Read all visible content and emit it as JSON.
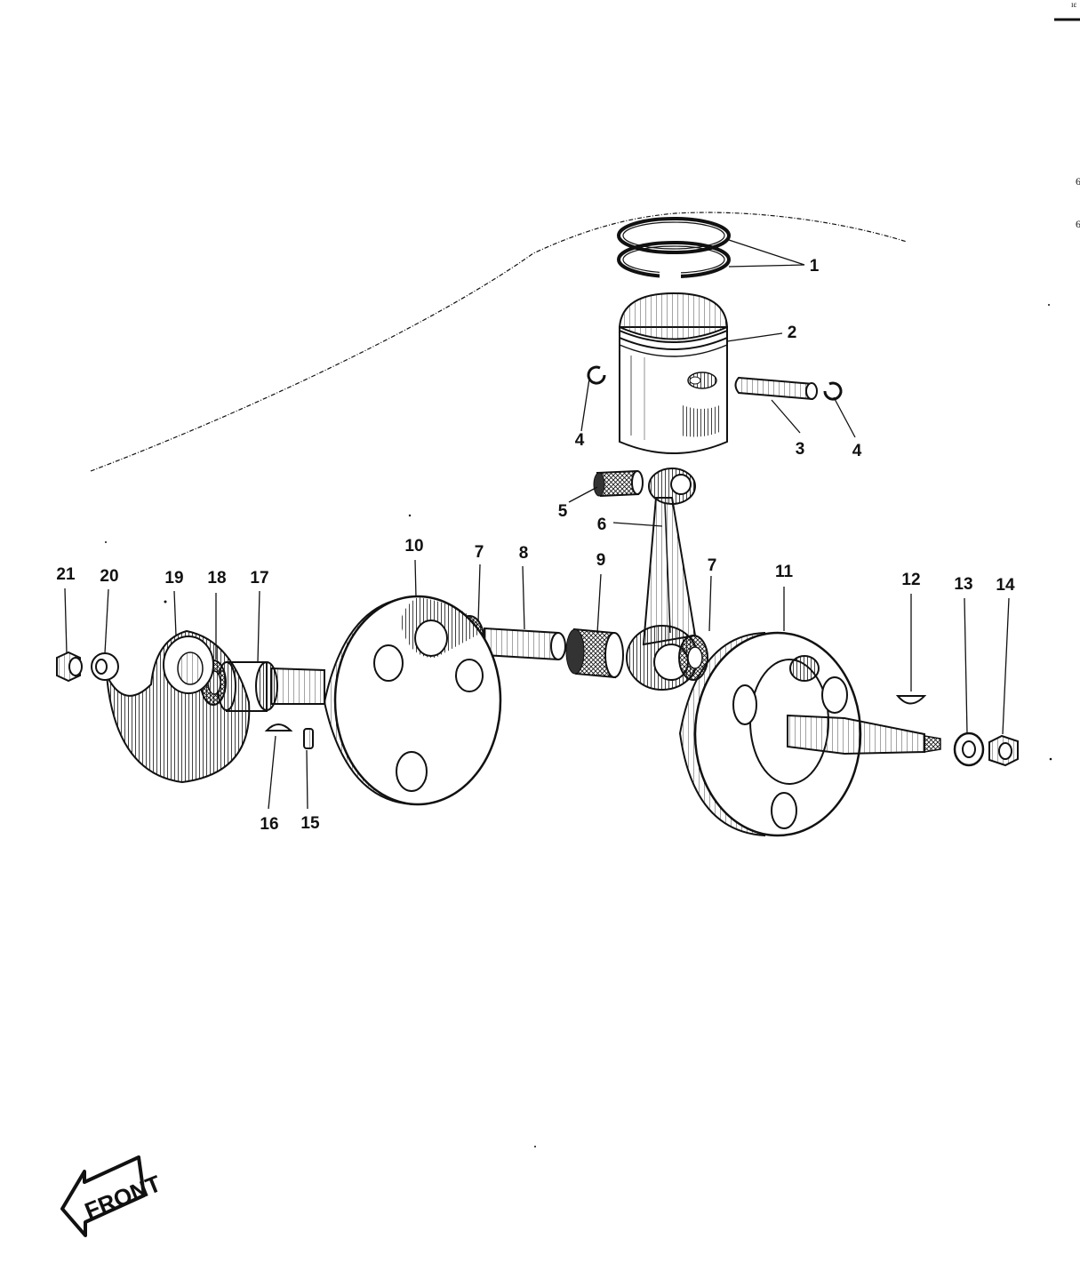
{
  "diagram": {
    "front_label": "FRONT",
    "colors": {
      "ink": "#111111",
      "paper": "#ffffff"
    },
    "parts": [
      {
        "id": "p1",
        "label": "1",
        "name": "piston-rings"
      },
      {
        "id": "p2",
        "label": "2",
        "name": "piston"
      },
      {
        "id": "p3",
        "label": "3",
        "name": "piston-pin"
      },
      {
        "id": "p4a",
        "label": "4",
        "name": "circlip"
      },
      {
        "id": "p4b",
        "label": "4",
        "name": "circlip"
      },
      {
        "id": "p5",
        "label": "5",
        "name": "small-end-bearing"
      },
      {
        "id": "p6",
        "label": "6",
        "name": "connecting-rod"
      },
      {
        "id": "p7a",
        "label": "7",
        "name": "thrust-washer"
      },
      {
        "id": "p7b",
        "label": "7",
        "name": "thrust-washer"
      },
      {
        "id": "p8",
        "label": "8",
        "name": "crank-pin"
      },
      {
        "id": "p9",
        "label": "9",
        "name": "big-end-bearing"
      },
      {
        "id": "p10",
        "label": "10",
        "name": "left-flywheel"
      },
      {
        "id": "p11",
        "label": "11",
        "name": "right-flywheel"
      },
      {
        "id": "p12",
        "label": "12",
        "name": "woodruff-key"
      },
      {
        "id": "p13",
        "label": "13",
        "name": "washer"
      },
      {
        "id": "p14",
        "label": "14",
        "name": "nut"
      },
      {
        "id": "p15",
        "label": "15",
        "name": "pin"
      },
      {
        "id": "p16",
        "label": "16",
        "name": "woodruff-key"
      },
      {
        "id": "p17",
        "label": "17",
        "name": "bearing"
      },
      {
        "id": "p18",
        "label": "18",
        "name": "oil-seal"
      },
      {
        "id": "p19",
        "label": "19",
        "name": "rotary-valve-disc"
      },
      {
        "id": "p20",
        "label": "20",
        "name": "washer"
      },
      {
        "id": "p21",
        "label": "21",
        "name": "nut"
      }
    ]
  }
}
